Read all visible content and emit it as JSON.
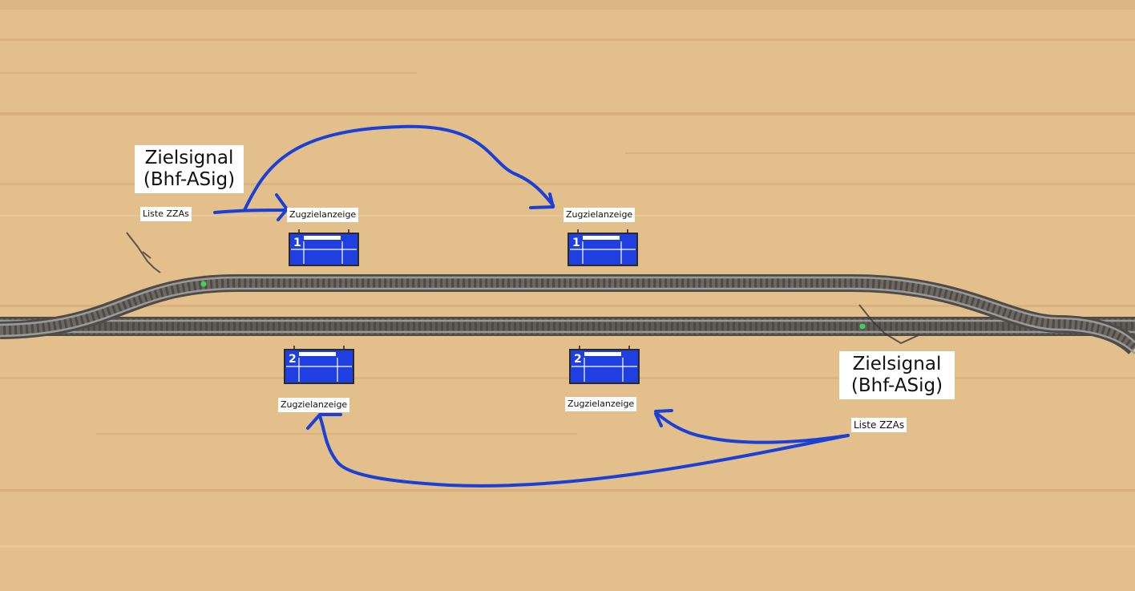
{
  "colors": {
    "wood_base": "#e3bf8c",
    "wood_grain_dark": "#c99c66",
    "wood_grain_light": "#f0d3a6",
    "rail": "#8a8a8a",
    "sleeper": "#5e5a55",
    "board_blue": "#1f3fe0",
    "board_frame": "#2a2a2a",
    "signal_green": "#3fd15a",
    "arrow_blue": "#1a40d6"
  },
  "signals": [
    {
      "title_line1": "Zielsignal",
      "title_line2": "(Bhf-ASig)",
      "list_label": "Liste ZZAs"
    },
    {
      "title_line1": "Zielsignal",
      "title_line2": "(Bhf-ASig)",
      "list_label": "Liste ZZAs"
    }
  ],
  "displays": [
    {
      "label": "Zugzielanzeige",
      "track": "1"
    },
    {
      "label": "Zugzielanzeige",
      "track": "1"
    },
    {
      "label": "Zugzielanzeige",
      "track": "2"
    },
    {
      "label": "Zugzielanzeige",
      "track": "2"
    }
  ]
}
